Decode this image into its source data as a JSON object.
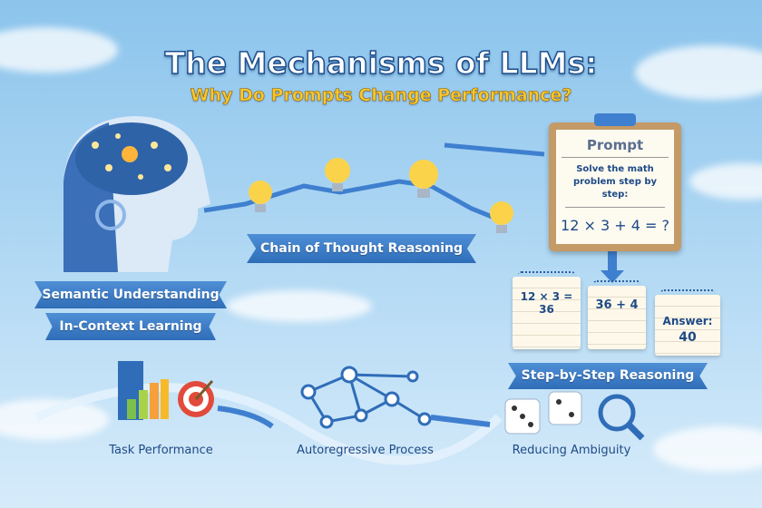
{
  "title": "The Mechanisms of LLMs:",
  "subtitle": "Why Do Prompts Change Performance?",
  "left_banners": [
    "Semantic Understanding",
    "In-Context Learning"
  ],
  "chain_banner": "Chain of Thought Reasoning",
  "prompt_card": {
    "heading": "Prompt",
    "instruction": "Solve the math problem step by step:",
    "equation": "12 × 3 + 4 = ?"
  },
  "steps": [
    "12 × 3 = 36",
    "36 + 4",
    "Answer:",
    "40"
  ],
  "step_banner": "Step-by-Step Reasoning",
  "bottom_labels": [
    "Task Performance",
    "Autoregressive Process",
    "Reducing Ambiguity"
  ],
  "colors": {
    "accent": "#2f6db8",
    "title_yellow": "#f7c82c",
    "sky": "#a9d4f2"
  }
}
